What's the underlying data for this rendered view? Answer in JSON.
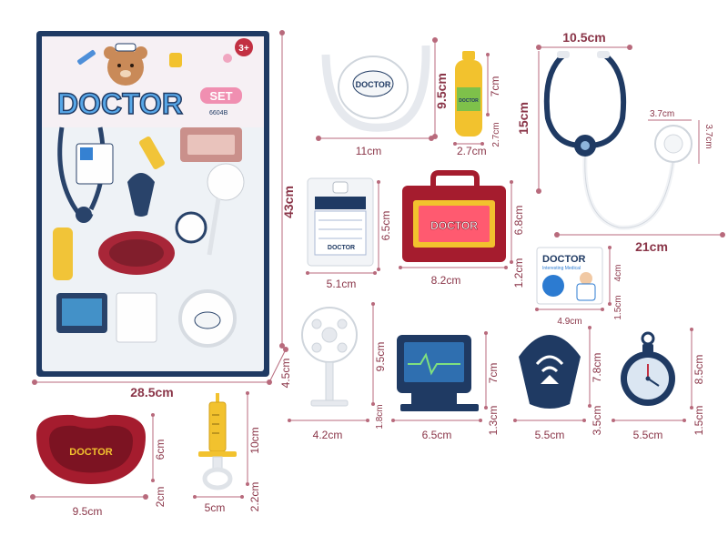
{
  "colors": {
    "measure": "#8a3548",
    "navy": "#1f3a63",
    "red": "#a51c2e",
    "yellow": "#f2c22e",
    "card_blue": "#2c7bd1"
  },
  "package": {
    "brand": "DOCTOR",
    "brand_suffix": "SET",
    "item_code": "6604B",
    "age_badge": "3+",
    "width": "28.5cm",
    "height": "43cm",
    "depth": "4.5cm"
  },
  "items": {
    "head_mirror": {
      "label": "DOCTOR",
      "width": "11cm",
      "height": "9.5cm",
      "icon": "head-mirror-icon"
    },
    "bottle": {
      "label": "DOCTOR",
      "width": "2.7cm",
      "depth": "2.7cm",
      "height": "7cm",
      "icon": "bottle-icon"
    },
    "stethoscope": {
      "top_width": "10.5cm",
      "height": "15cm",
      "length": "21cm",
      "chest_w": "3.7cm",
      "chest_h": "3.7cm",
      "icon": "stethoscope-icon"
    },
    "id_badge": {
      "label": "DOCTOR",
      "width": "5.1cm",
      "height": "6.5cm",
      "icon": "id-badge-icon"
    },
    "medical_kit": {
      "label": "DOCTOR",
      "width": "8.2cm",
      "height": "6.8cm",
      "depth": "1.2cm",
      "icon": "medical-kit-icon"
    },
    "doctor_card": {
      "title": "DOCTOR",
      "subtitle": "Interesting Medical",
      "width": "4.9cm",
      "height": "4cm",
      "depth": "1.5cm",
      "icon": "doctor-card-icon"
    },
    "reflex_lamp": {
      "width": "4.2cm",
      "height": "9.5cm",
      "depth": "1.8cm",
      "icon": "lamp-icon"
    },
    "monitor": {
      "width": "6.5cm",
      "height": "7cm",
      "depth": "1.3cm",
      "icon": "monitor-icon"
    },
    "shield_tool": {
      "width": "5.5cm",
      "height": "7.8cm",
      "depth": "3.5cm",
      "icon": "shield-tool-icon"
    },
    "stopwatch": {
      "width": "5.5cm",
      "height": "8.5cm",
      "depth": "1.5cm",
      "icon": "stopwatch-icon"
    },
    "kidney_tray": {
      "label": "DOCTOR",
      "width": "9.5cm",
      "height": "6cm",
      "depth": "2cm",
      "icon": "kidney-tray-icon"
    },
    "syringe": {
      "width": "5cm",
      "height": "10cm",
      "depth": "2.2cm",
      "icon": "syringe-icon"
    }
  }
}
